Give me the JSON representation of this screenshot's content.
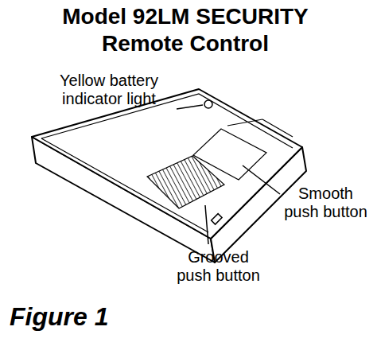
{
  "diagram": {
    "title": "Model 92LM SECURITY Remote Control",
    "caption": "Figure 1",
    "labels": [
      "Yellow battery indicator light",
      "Smooth push button",
      "Grooved push button"
    ]
  }
}
